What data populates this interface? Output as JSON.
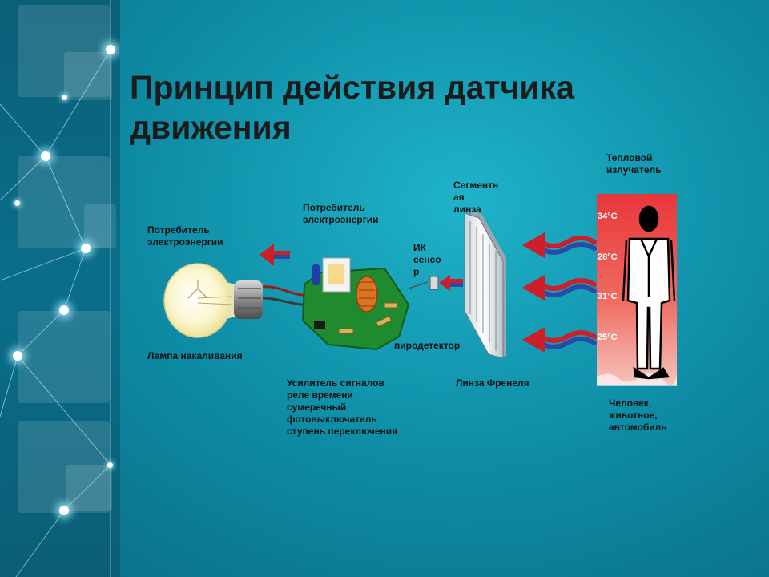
{
  "title": "Принцип действия датчика\nдвижения",
  "labels": {
    "consumer_left": "Потребитель\nэлектроэнергии",
    "consumer_top": "Потребитель\nэлектроэнергии",
    "segment_lens": "Сегментн\nая\n линза",
    "heat_source": "Тепловой\nизлучатель",
    "ir_sensor": "ИК\nсенсо\nр",
    "lamp": "Лампа накаливания",
    "pyrodetector": "пиродетектор",
    "amplifier": "Усилитель сигналов\nреле времени\nсумеречный\nфотовыключатель\nступень переключения",
    "fresnel_lens": "Линза Френеля",
    "targets": "Человек,\nживотное,\nавтомобиль"
  },
  "temperatures": [
    "34°C",
    "28°C",
    "31°C",
    "25°C"
  ],
  "colors": {
    "arrow_red": "#cc1f2a",
    "arrow_blue": "#2a4aa8",
    "heat_band_top": "#e8363a",
    "heat_band_bottom": "#f6c3bc",
    "board_green": "#1f8a2e"
  }
}
